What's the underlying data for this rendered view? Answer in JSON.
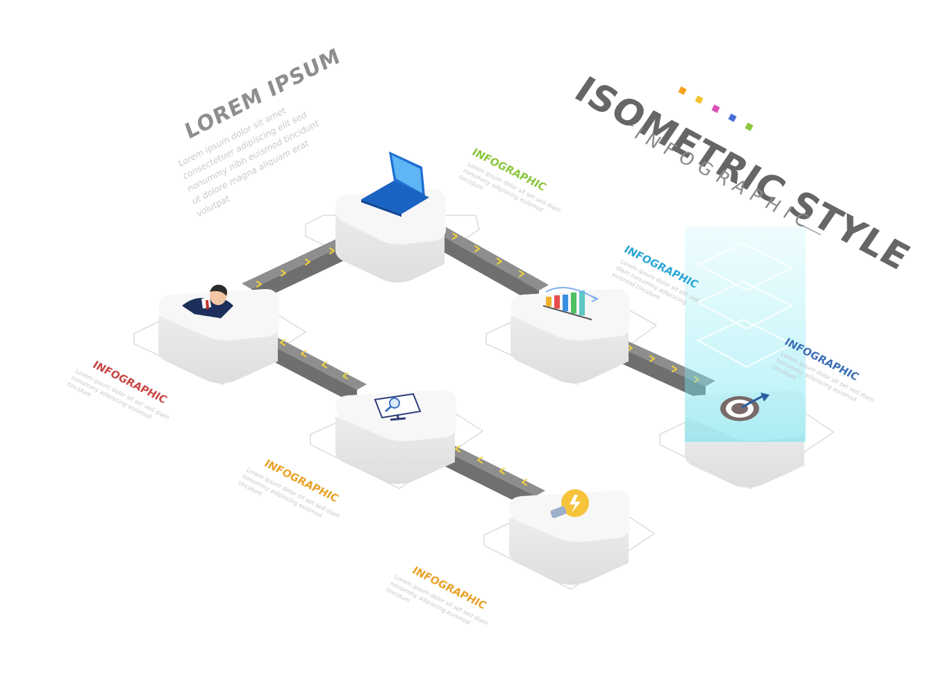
{
  "heading": {
    "title": "LOREM IPSUM",
    "body_lines": [
      "Lorem ipsum dolor sit amet",
      "consectetuer adipiscing elit sed",
      "nonummy nibh euismod tincidunt",
      "ut dolore magna aliquam erat",
      "volutpat"
    ]
  },
  "brand": {
    "title": "ISOMETRIC STYLE",
    "subtitle": "INFOGRAPHIC",
    "dot_colors": [
      "#f7a21b",
      "#f4c430",
      "#d94fb5",
      "#4a6fd8",
      "#8cc63f"
    ]
  },
  "callouts": [
    {
      "title": "INFOGRAPHIC",
      "color": "#8cc63f",
      "body": "Lorem ipsum dolor sit set sed diam nonummy adipiscing euismod tincidunt"
    },
    {
      "title": "INFOGRAPHIC",
      "color": "#2aa7d6",
      "body": "Lorem ipsum dolor sit elit sed diam nonummy adipiscing euismod tincidunt"
    },
    {
      "title": "INFOGRAPHIC",
      "color": "#3d6fb6",
      "body": "Lorem ipsum dolor sit set sed diam nonummy adipiscing euismod tincidunt"
    },
    {
      "title": "INFOGRAPHIC",
      "color": "#c94747",
      "body": "Lorem ipsum dolor sit set sed diam nonummy adipiscing euismod tincidunt"
    },
    {
      "title": "INFOGRAPHIC",
      "color": "#e8a228",
      "body": "Lorem ipsum dolor sit set sed diam nonummy adipiscing euismod tincidunt"
    },
    {
      "title": "INFOGRAPHIC",
      "color": "#e8a228",
      "body": "Lorem ipsum dolor sit set sed diam nonummy adipiscing euismod tincidunt"
    }
  ],
  "steps": [
    {
      "icon": "laptop-icon"
    },
    {
      "icon": "bar-chart-icon"
    },
    {
      "icon": "target-icon"
    },
    {
      "icon": "businessman-icon"
    },
    {
      "icon": "monitor-search-icon"
    },
    {
      "icon": "lightbulb-icon"
    }
  ],
  "colors": {
    "road": "#8a8a8a",
    "road_side": "#6e6e6e",
    "chevron": "#f2d23c",
    "block_top": "#f6f6f6",
    "block_side": "#e4e4e4",
    "highlight": "#7fe6f0"
  }
}
